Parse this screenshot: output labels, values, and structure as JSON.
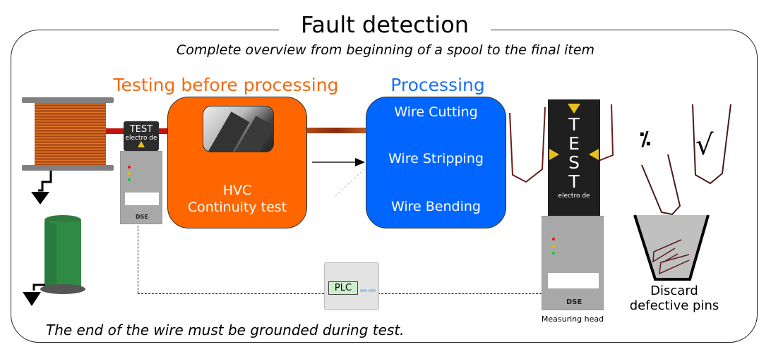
{
  "header": {
    "title": "Fault detection",
    "subtitle": "Complete overview from beginning of a spool to the final item"
  },
  "sections": {
    "testing": {
      "heading": "Testing before processing",
      "box_lines": [
        "HVC",
        "Continuity test"
      ],
      "color": "#ff6600"
    },
    "processing": {
      "heading": "Processing",
      "steps": [
        "Wire Cutting",
        "Wire Stripping",
        "Wire Bending"
      ],
      "color": "#0066ff"
    }
  },
  "electrode_small": {
    "line1": "TEST",
    "line2": "electro de"
  },
  "electrode_tall": {
    "letters": [
      "T",
      "E",
      "S",
      "T"
    ],
    "label": "electro de"
  },
  "plc": {
    "label": "PLC"
  },
  "measuring_head": {
    "caption": "Measuring head"
  },
  "discard": {
    "line1": "Discard",
    "line2": "defective pins",
    "bad_mark": "⁒",
    "good_mark": "√"
  },
  "footer": {
    "note": "The end of the wire must be grounded during test."
  },
  "icons": {
    "ground_top": "ground-icon",
    "ground_bottom": "ground-icon",
    "spool": "wire-spool-icon",
    "bin": "trash-bin-icon"
  }
}
